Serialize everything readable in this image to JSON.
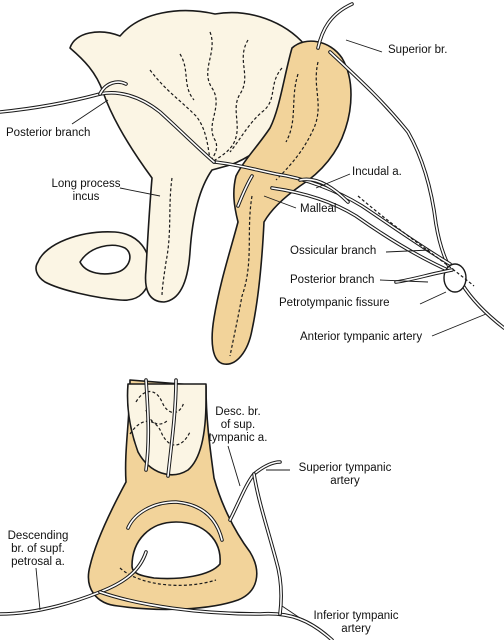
{
  "colors": {
    "bone_light": "#fbf5e4",
    "bone_tan": "#f2d39a",
    "line": "#1a1a1a"
  },
  "top_figure": {
    "labels": {
      "superior_br": "Superior br.",
      "posterior_branch_left": "Posterior branch",
      "long_process_incus": [
        "Long process",
        "incus"
      ],
      "incudal_a": "Incudal a.",
      "malleal": "Malleal",
      "ossicular_branch": "Ossicular branch",
      "posterior_branch_right": "Posterior branch",
      "petrotympanic_fissure": "Petrotympanic fissure",
      "anterior_tympanic_artery": "Anterior tympanic artery"
    }
  },
  "bottom_figure": {
    "labels": {
      "desc_br_sup_tympanic": [
        "Desc. br.",
        "of sup.",
        "tympanic a."
      ],
      "superior_tympanic_artery": [
        "Superior tympanic",
        "artery"
      ],
      "descending_br_supf_petrosal": [
        "Descending",
        "br. of supf.",
        "petrosal a."
      ],
      "inferior_tympanic_artery": [
        "Inferior tympanic",
        "artery"
      ]
    }
  }
}
